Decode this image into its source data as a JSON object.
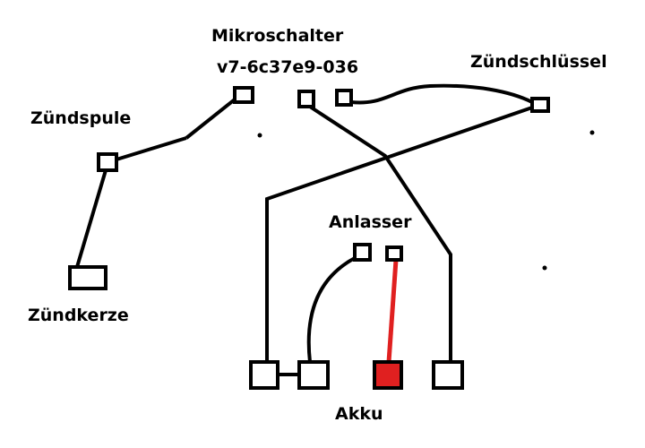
{
  "labels": {
    "mikroschalter": "Mikroschalter",
    "code": "v7-6c37e9-036",
    "zuendschluessel": "Zündschlüssel",
    "zuendspule": "Zündspule",
    "anlasser": "Anlasser",
    "zuendkerze": "Zündkerze",
    "akku": "Akku"
  },
  "colors": {
    "wire": "#000000",
    "positive_wire": "#e02020",
    "positive_terminal": "#e02020"
  }
}
